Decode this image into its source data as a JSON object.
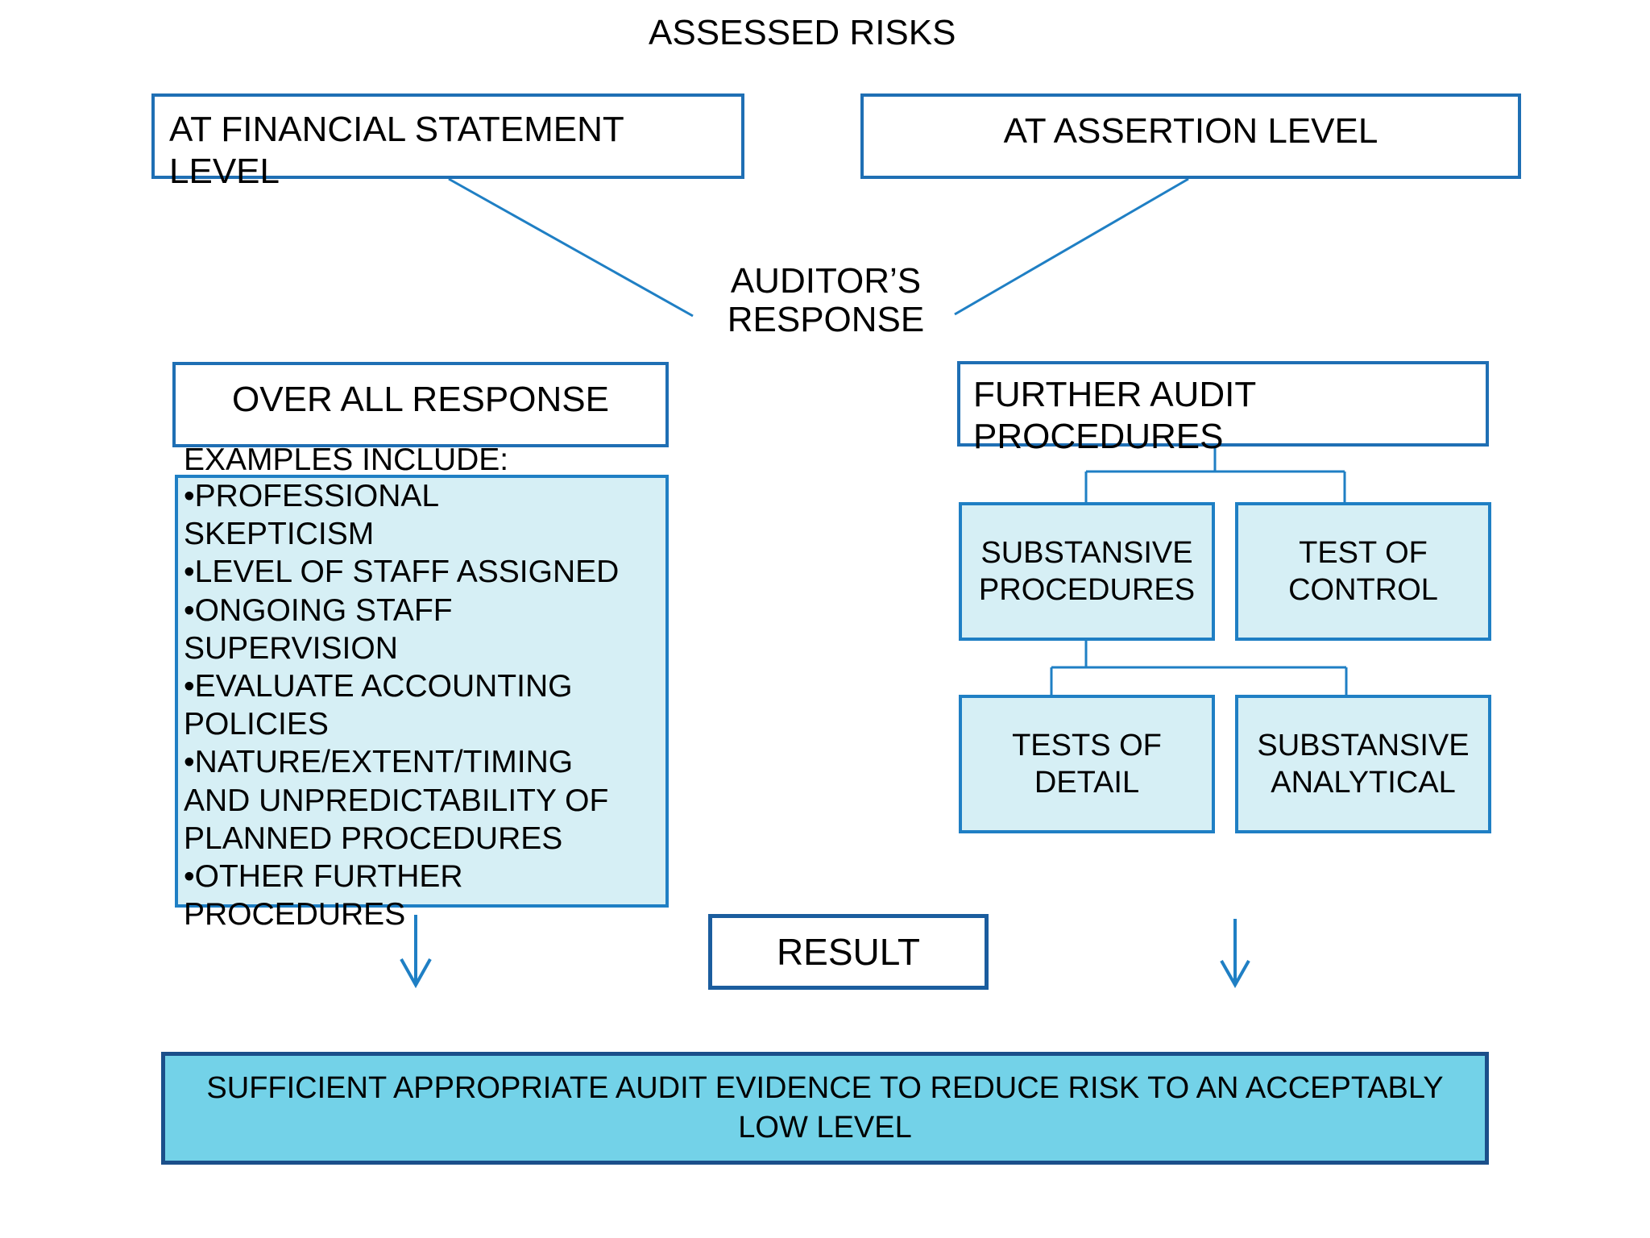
{
  "diagram": {
    "title": "ASSESSED RISKS",
    "center_label": "AUDITOR’S\nRESPONSE",
    "colors": {
      "border_blue": "#1F6FB4",
      "border_dark_blue": "#1B5D9E",
      "fill_light_cyan": "#D6EFF5",
      "fill_cyan": "#73D2E8",
      "banner_border": "#1B4F8A",
      "connector_blue": "#1F7FC4",
      "text": "#000000",
      "background": "#FFFFFF"
    },
    "risk_level_boxes": [
      {
        "id": "financial-statement-level",
        "label": "AT FINANCIAL STATEMENT LEVEL"
      },
      {
        "id": "assertion-level",
        "label": "AT ASSERTION LEVEL"
      }
    ],
    "response_boxes": [
      {
        "id": "over-all-response",
        "label": "OVER ALL RESPONSE"
      },
      {
        "id": "further-audit-procedures",
        "label": "FURTHER AUDIT PROCEDURES"
      }
    ],
    "examples": {
      "heading": "EXAMPLES INCLUDE:",
      "items": [
        "•PROFESSIONAL SKEPTICISM",
        "•LEVEL OF STAFF ASSIGNED",
        "•ONGOING STAFF SUPERVISION",
        "•EVALUATE ACCOUNTING POLICIES",
        "•NATURE/EXTENT/TIMING AND UNPREDICTABILITY OF PLANNED PROCEDURES",
        "•OTHER FURTHER PROCEDURES"
      ],
      "block_text": "•PROFESSIONAL\nSKEPTICISM\n•LEVEL OF STAFF ASSIGNED\n•ONGOING STAFF\nSUPERVISION\n•EVALUATE ACCOUNTING\nPOLICIES\n•NATURE/EXTENT/TIMING\nAND UNPREDICTABILITY OF\nPLANNED PROCEDURES\n•OTHER FURTHER\nPROCEDURES"
    },
    "procedure_boxes": [
      {
        "id": "substansive-procedures",
        "label": "SUBSTANSIVE PROCEDURES"
      },
      {
        "id": "test-of-control",
        "label": "TEST OF CONTROL"
      },
      {
        "id": "tests-of-detail",
        "label": "TESTS OF DETAIL"
      },
      {
        "id": "substansive-analytical",
        "label": "SUBSTANSIVE ANALYTICAL"
      }
    ],
    "result_box": {
      "id": "result",
      "label": "RESULT"
    },
    "conclusion_banner": {
      "id": "conclusion",
      "label": "SUFFICIENT APPROPRIATE AUDIT EVIDENCE TO REDUCE RISK TO AN ACCEPTABLY LOW LEVEL"
    },
    "arrows": [
      {
        "id": "left-down-arrow",
        "direction": "down"
      },
      {
        "id": "right-down-arrow",
        "direction": "down"
      }
    ]
  }
}
